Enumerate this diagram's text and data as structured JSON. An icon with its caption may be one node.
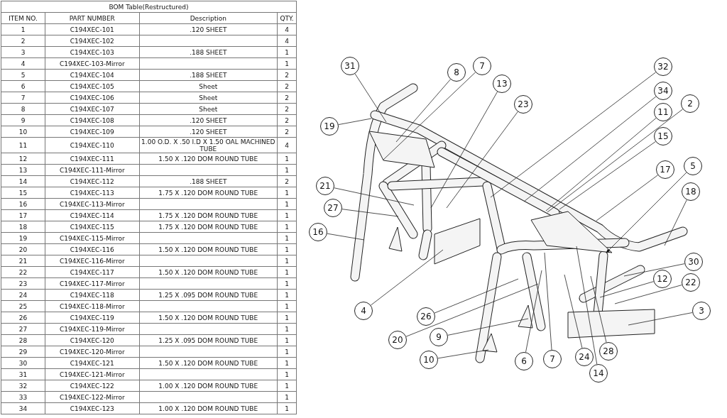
{
  "diagram": {
    "nodes": [
      {
        "text": [
          "31"
        ]
      },
      {
        "text": [
          "7"
        ]
      },
      {
        "text": [
          "32"
        ]
      },
      {
        "text": [
          "8"
        ]
      },
      {
        "text": [
          "13"
        ]
      },
      {
        "text": [
          "34"
        ]
      },
      {
        "text": [
          "2"
        ]
      },
      {
        "text": [
          "23"
        ]
      },
      {
        "text": [
          "11"
        ]
      },
      {
        "text": [
          "19"
        ]
      },
      {
        "text": [
          "15"
        ]
      },
      {
        "text": [
          "5"
        ]
      },
      {
        "text": [
          "17"
        ]
      },
      {
        "text": [
          "21"
        ]
      },
      {
        "text": [
          "18"
        ]
      },
      {
        "text": [
          "27"
        ]
      },
      {
        "text": [
          "16"
        ]
      },
      {
        "text": [
          "30"
        ]
      },
      {
        "text": [
          "12"
        ]
      },
      {
        "text": [
          "22"
        ]
      },
      {
        "text": [
          "4"
        ]
      },
      {
        "text": [
          "3"
        ]
      },
      {
        "text": [
          "26"
        ]
      },
      {
        "text": [
          "9"
        ]
      },
      {
        "text": [
          "20"
        ]
      },
      {
        "text": [
          "28"
        ]
      },
      {
        "text": [
          "24"
        ]
      },
      {
        "text": [
          "7"
        ]
      },
      {
        "text": [
          "10"
        ]
      },
      {
        "text": [
          "6"
        ]
      },
      {
        "text": [
          "14"
        ]
      }
    ],
    "edges": [
      {
        "from": 0,
        "to": null,
        "arrow": "none"
      },
      {
        "from": 1,
        "to": null,
        "arrow": "none"
      },
      {
        "from": 2,
        "to": null,
        "arrow": "none"
      },
      {
        "from": 3,
        "to": null,
        "arrow": "none"
      },
      {
        "from": 4,
        "to": null,
        "arrow": "none"
      },
      {
        "from": 5,
        "to": null,
        "arrow": "none"
      },
      {
        "from": 6,
        "to": null,
        "arrow": "none"
      },
      {
        "from": 7,
        "to": null,
        "arrow": "none"
      },
      {
        "from": 8,
        "to": null,
        "arrow": "none"
      },
      {
        "from": 9,
        "to": null,
        "arrow": "none"
      },
      {
        "from": 10,
        "to": null,
        "arrow": "none"
      },
      {
        "from": 11,
        "to": null,
        "arrow": "to"
      },
      {
        "from": 12,
        "to": null,
        "arrow": "none"
      },
      {
        "from": 13,
        "to": null,
        "arrow": "none"
      },
      {
        "from": 14,
        "to": null,
        "arrow": "none"
      },
      {
        "from": 15,
        "to": null,
        "arrow": "none"
      },
      {
        "from": 16,
        "to": null,
        "arrow": "none"
      },
      {
        "from": 17,
        "to": null,
        "arrow": "none"
      },
      {
        "from": 18,
        "to": null,
        "arrow": "none"
      },
      {
        "from": 19,
        "to": null,
        "arrow": "none"
      },
      {
        "from": 20,
        "to": null,
        "arrow": "none"
      },
      {
        "from": 21,
        "to": null,
        "arrow": "none"
      },
      {
        "from": 22,
        "to": null,
        "arrow": "none"
      },
      {
        "from": 23,
        "to": null,
        "arrow": "none"
      },
      {
        "from": 24,
        "to": null,
        "arrow": "none"
      },
      {
        "from": 25,
        "to": null,
        "arrow": "none"
      },
      {
        "from": 26,
        "to": null,
        "arrow": "none"
      },
      {
        "from": 27,
        "to": null,
        "arrow": "none"
      },
      {
        "from": 28,
        "to": null,
        "arrow": "none"
      },
      {
        "from": 29,
        "to": null,
        "arrow": "none"
      },
      {
        "from": 30,
        "to": null,
        "arrow": "none"
      }
    ],
    "labels": [
      "BOM Table(Restructured)",
      "ITEM NO.",
      "PART NUMBER",
      "Description",
      "QTY.",
      "1",
      "C194XEC-101",
      ".120 SHEET",
      "4",
      "2",
      "C194XEC-102",
      "4",
      "3",
      "C194XEC-103",
      ".188 SHEET",
      "1",
      "4",
      "C194XEC-103-Mirror",
      "1",
      "5",
      "C194XEC-104",
      ".188 SHEET",
      "2",
      "6",
      "C194XEC-105",
      "Sheet",
      "2",
      "7",
      "C194XEC-106",
      "Sheet",
      "2",
      "8",
      "C194XEC-107",
      "Sheet",
      "2",
      "9",
      "C194XEC-108",
      ".120 SHEET",
      "2",
      "10",
      "C194XEC-109",
      ".120 SHEET",
      "2",
      "11",
      "C194XEC-110",
      "1.00 O.D.  X .50 I.D X 1.50 OAL MACHINED TUBE",
      "4",
      "12",
      "C194XEC-111",
      "1.50 X .120 DOM ROUND TUBE",
      "1",
      "13",
      "C194XEC-111-Mirror",
      "1",
      "14",
      "C194XEC-112",
      ".188 SHEET",
      "2",
      "15",
      "C194XEC-113",
      "1.75 X .120 DOM ROUND TUBE",
      "1",
      "16",
      "C194XEC-113-Mirror",
      "1",
      "17",
      "C194XEC-114",
      "1.75 X .120 DOM ROUND TUBE",
      "1",
      "18",
      "C194XEC-115",
      "1.75 X .120 DOM ROUND TUBE",
      "1",
      "19",
      "C194XEC-115-Mirror",
      "1",
      "20",
      "C194XEC-116",
      "1.50 X .120 DOM ROUND TUBE",
      "1",
      "21",
      "C194XEC-116-Mirror",
      "1",
      "22",
      "C194XEC-117",
      "1.50 X .120 DOM ROUND TUBE",
      "1",
      "23",
      "C194XEC-117-Mirror",
      "1",
      "24",
      "C194XEC-118",
      "1.25 X .095 DOM ROUND TUBE",
      "1",
      "25",
      "C194XEC-118-Mirror",
      "1",
      "26",
      "C194XEC-119",
      "1.50 X .120 DOM ROUND TUBE",
      "1",
      "27",
      "C194XEC-119-Mirror",
      "1",
      "28",
      "C194XEC-120",
      "1.25 X .095 DOM ROUND TUBE",
      "1",
      "29",
      "C194XEC-120-Mirror",
      "1",
      "30",
      "C194XEC-121",
      "1.50 X .120 DOM ROUND TUBE",
      "1",
      "31",
      "C194XEC-121-Mirror",
      "1",
      "32",
      "C194XEC-122",
      "1.00 X .120 DOM ROUND TUBE",
      "1",
      "33",
      "C194XEC-122-Mirror",
      "1",
      "34",
      "C194XEC-123",
      "1.00 X .120 DOM ROUND TUBE",
      "1"
    ]
  }
}
